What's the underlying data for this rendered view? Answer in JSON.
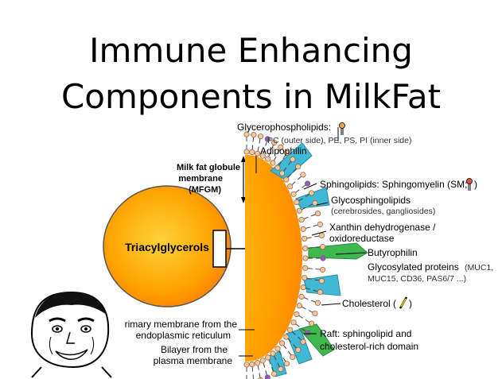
{
  "title": {
    "line1": "Immune Enhancing",
    "line2": "Components in MilkFat"
  },
  "left": {
    "globule_label": "Triacylglycerols",
    "mfgm_line1": "Milk fat globule",
    "mfgm_line2": "membrane",
    "mfgm_line3": "(MFGM)",
    "primary_line1": "rimary membrane from the",
    "primary_line2": "endoplasmic reticulum",
    "bilayer_line1": "Bilayer from the",
    "bilayer_line2": "plasma membrane"
  },
  "labels": {
    "glycerophospholipids": "Glycerophospholipids:",
    "glycerophospholipids_sub": "PC (outer side), PE, PS, PI (inner side)",
    "adipophilin": "Adipophilin",
    "sphingolipids": "Sphingolipids: Sphingomyelin (SM;",
    "sphingolipids_close": ")",
    "glycosphingolipids": "Glycosphingolipids",
    "glycosphingolipids_sub": "(cerebrosides, gangliosides)",
    "xanthin_line1": "Xanthin dehydrogenase /",
    "xanthin_line2": "oxidoreductase",
    "butyrophilin": "Butyrophilin",
    "glycosylated_line1": "Glycosylated proteins",
    "glycosylated_line1_sub": "(MUC1,",
    "glycosylated_line2": "MUC15, CD36, PAS6/7 ...)",
    "cholesterol": "Cholesterol (",
    "cholesterol_close": ")",
    "raft_line1": "Raft: sphingolipid and",
    "raft_line2": "cholesterol-rich domain"
  },
  "colors": {
    "core": "#ffa500",
    "core_edge": "#ff7a00",
    "protein_blue": "#3fb9d6",
    "protein_green": "#3fb84f",
    "headgroup": "#f3c7a0",
    "glyco_purple": "#8a5cc9"
  },
  "icons": {
    "meme_face": "rage-face-icon"
  }
}
